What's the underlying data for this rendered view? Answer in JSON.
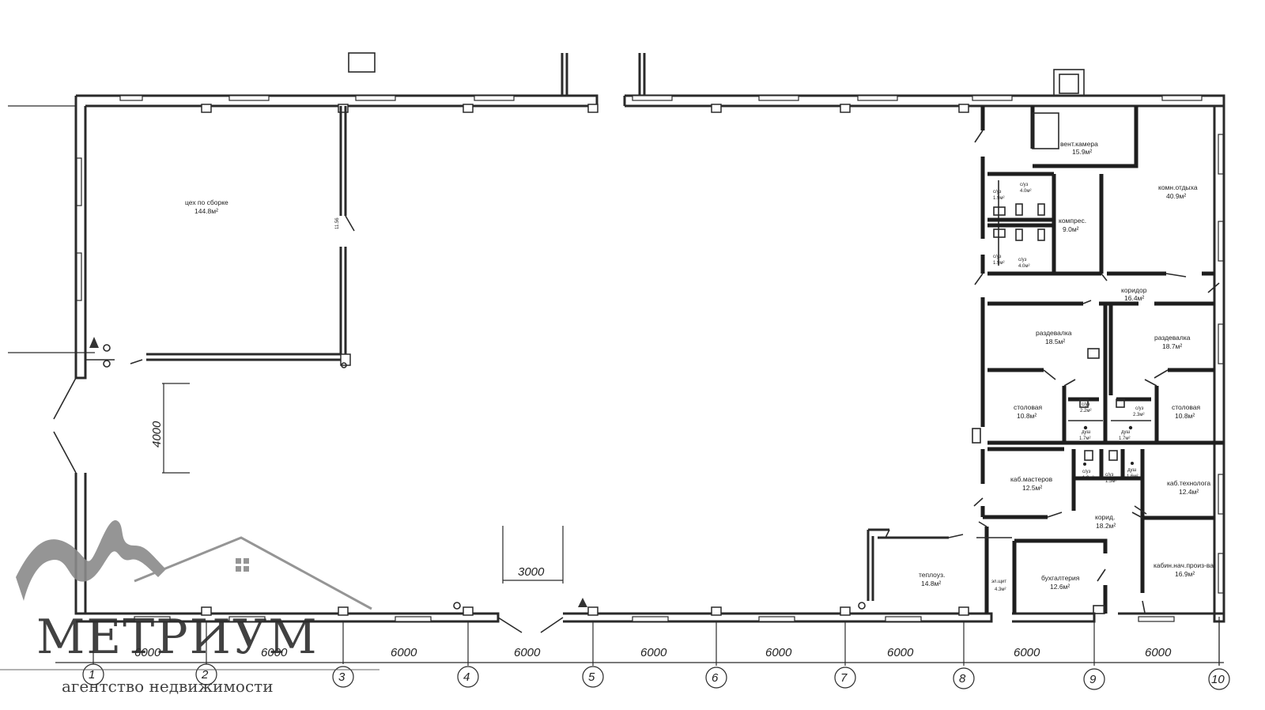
{
  "watermark": {
    "brand": "МЕТРИУМ",
    "tagline": "агентство недвижимости",
    "logo_color": "#8a8a8a",
    "text_color": "#2d2d2d"
  },
  "dimensions": {
    "spans": [
      "6000",
      "6000",
      "6000",
      "6000",
      "6000",
      "6000",
      "6000",
      "6000",
      "6000"
    ],
    "vertical_opening": "4000",
    "gate_width": "3000",
    "wall_length_mark": "11.56"
  },
  "axes": [
    "1",
    "2",
    "3",
    "4",
    "5",
    "6",
    "7",
    "8",
    "9",
    "10"
  ],
  "rooms": {
    "assembly": {
      "name": "цех по сборке",
      "area": "144.8м²"
    },
    "vent": {
      "name": "вент.камера",
      "area": "15.9м²"
    },
    "rest": {
      "name": "комн.отдыха",
      "area": "40.9м²"
    },
    "compressor": {
      "name": "компрес.",
      "area": "9.0м²"
    },
    "wc_top1": {
      "name": "с/уз",
      "area": "1.9м²"
    },
    "wc_top2": {
      "name": "с/уз",
      "area": "4.0м²"
    },
    "wc_top3": {
      "name": "с/уз",
      "area": "1.9м²"
    },
    "wc_top4": {
      "name": "с/уз",
      "area": "4.0м²"
    },
    "corridor1": {
      "name": "коридор",
      "area": "16.4м²"
    },
    "locker_left": {
      "name": "раздевалка",
      "area": "18.5м²"
    },
    "locker_right": {
      "name": "раздевалка",
      "area": "18.7м²"
    },
    "canteen_left": {
      "name": "столовая",
      "area": "10.8м²"
    },
    "canteen_right": {
      "name": "столовая",
      "area": "10.8м²"
    },
    "wc_mid1": {
      "name": "с/уз",
      "area": "2.2м²"
    },
    "wc_mid2": {
      "name": "с/уз",
      "area": "2.3м²"
    },
    "shower_l": {
      "name": "душ",
      "area": "1.7м²"
    },
    "shower_r": {
      "name": "душ",
      "area": "1.7м²"
    },
    "masters": {
      "name": "каб.мастеров",
      "area": "12.5м²"
    },
    "wc_low1": {
      "name": "с/уз",
      "area": "1.9м²"
    },
    "wc_low2": {
      "name": "с/уз",
      "area": "1.5м²"
    },
    "shower_low": {
      "name": "душ",
      "area": "1.6м²"
    },
    "technologist": {
      "name": "каб.технолога",
      "area": "12.4м²"
    },
    "corridor2": {
      "name": "корид.",
      "area": "18.2м²"
    },
    "heat": {
      "name": "теплоуз.",
      "area": "14.8м²"
    },
    "electric": {
      "name": "эл.щит",
      "area": "4.3м²"
    },
    "accounting": {
      "name": "бухгалтерия",
      "area": "12.6м²"
    },
    "head": {
      "name": "кабин.нач.произ-ва",
      "area": "16.9м²"
    }
  }
}
